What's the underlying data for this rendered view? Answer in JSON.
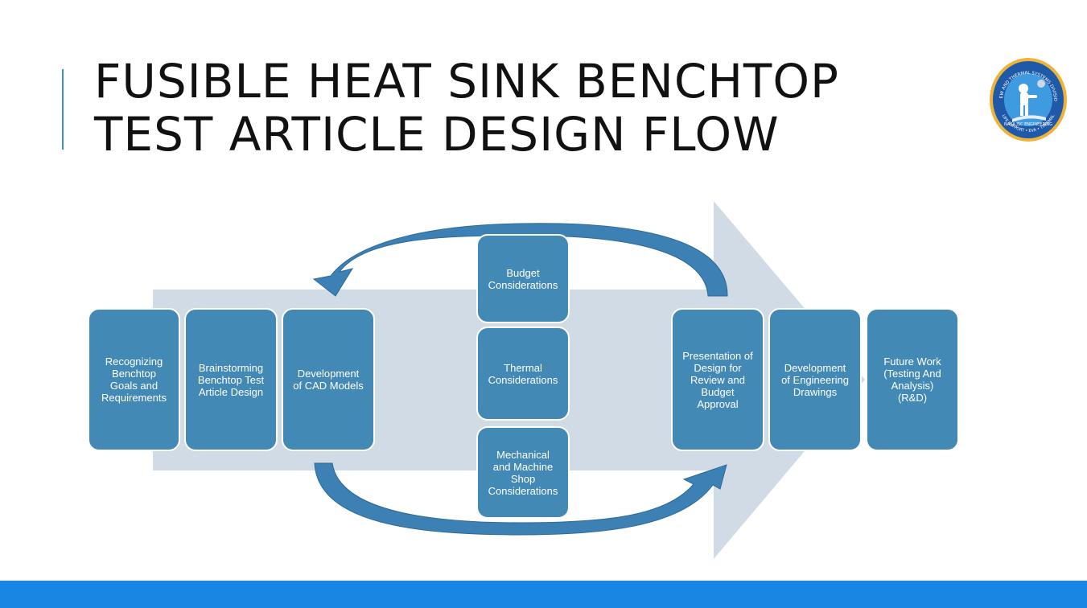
{
  "slide": {
    "title_line1": "FUSIBLE HEAT SINK BENCHTOP",
    "title_line2": "TEST ARTICLE DESIGN FLOW",
    "colors": {
      "accent": "#3a8fd8",
      "footer": "#1a86e4",
      "box": "#4389b6",
      "backdrop_arrow": "#d0dbe6",
      "loop_arrow": "#3d80b4"
    }
  },
  "logo": {
    "text_top": "CREW AND THERMAL SYSTEMS DIVISION",
    "text_mid": "NASA JSC ENGINEERING",
    "text_bottom": "LIFE SUPPORT • EVA • THERMAL",
    "icon": "astronaut-emblem-icon"
  },
  "flow": {
    "left_steps": [
      "Recognizing\nBenchtop\nGoals and\nRequirements",
      "Brainstorming\nBenchtop Test\nArticle Design",
      "Development\nof CAD Models"
    ],
    "considerations": [
      "Budget\nConsiderations",
      "Thermal\nConsiderations",
      "Mechanical\nand Machine\nShop\nConsiderations"
    ],
    "right_steps": [
      "Presentation of\nDesign for\nReview and\nBudget\nApproval",
      "Development\nof Engineering\nDrawings",
      "Future Work\n(Testing And\nAnalysis)\n(R&D)"
    ]
  }
}
